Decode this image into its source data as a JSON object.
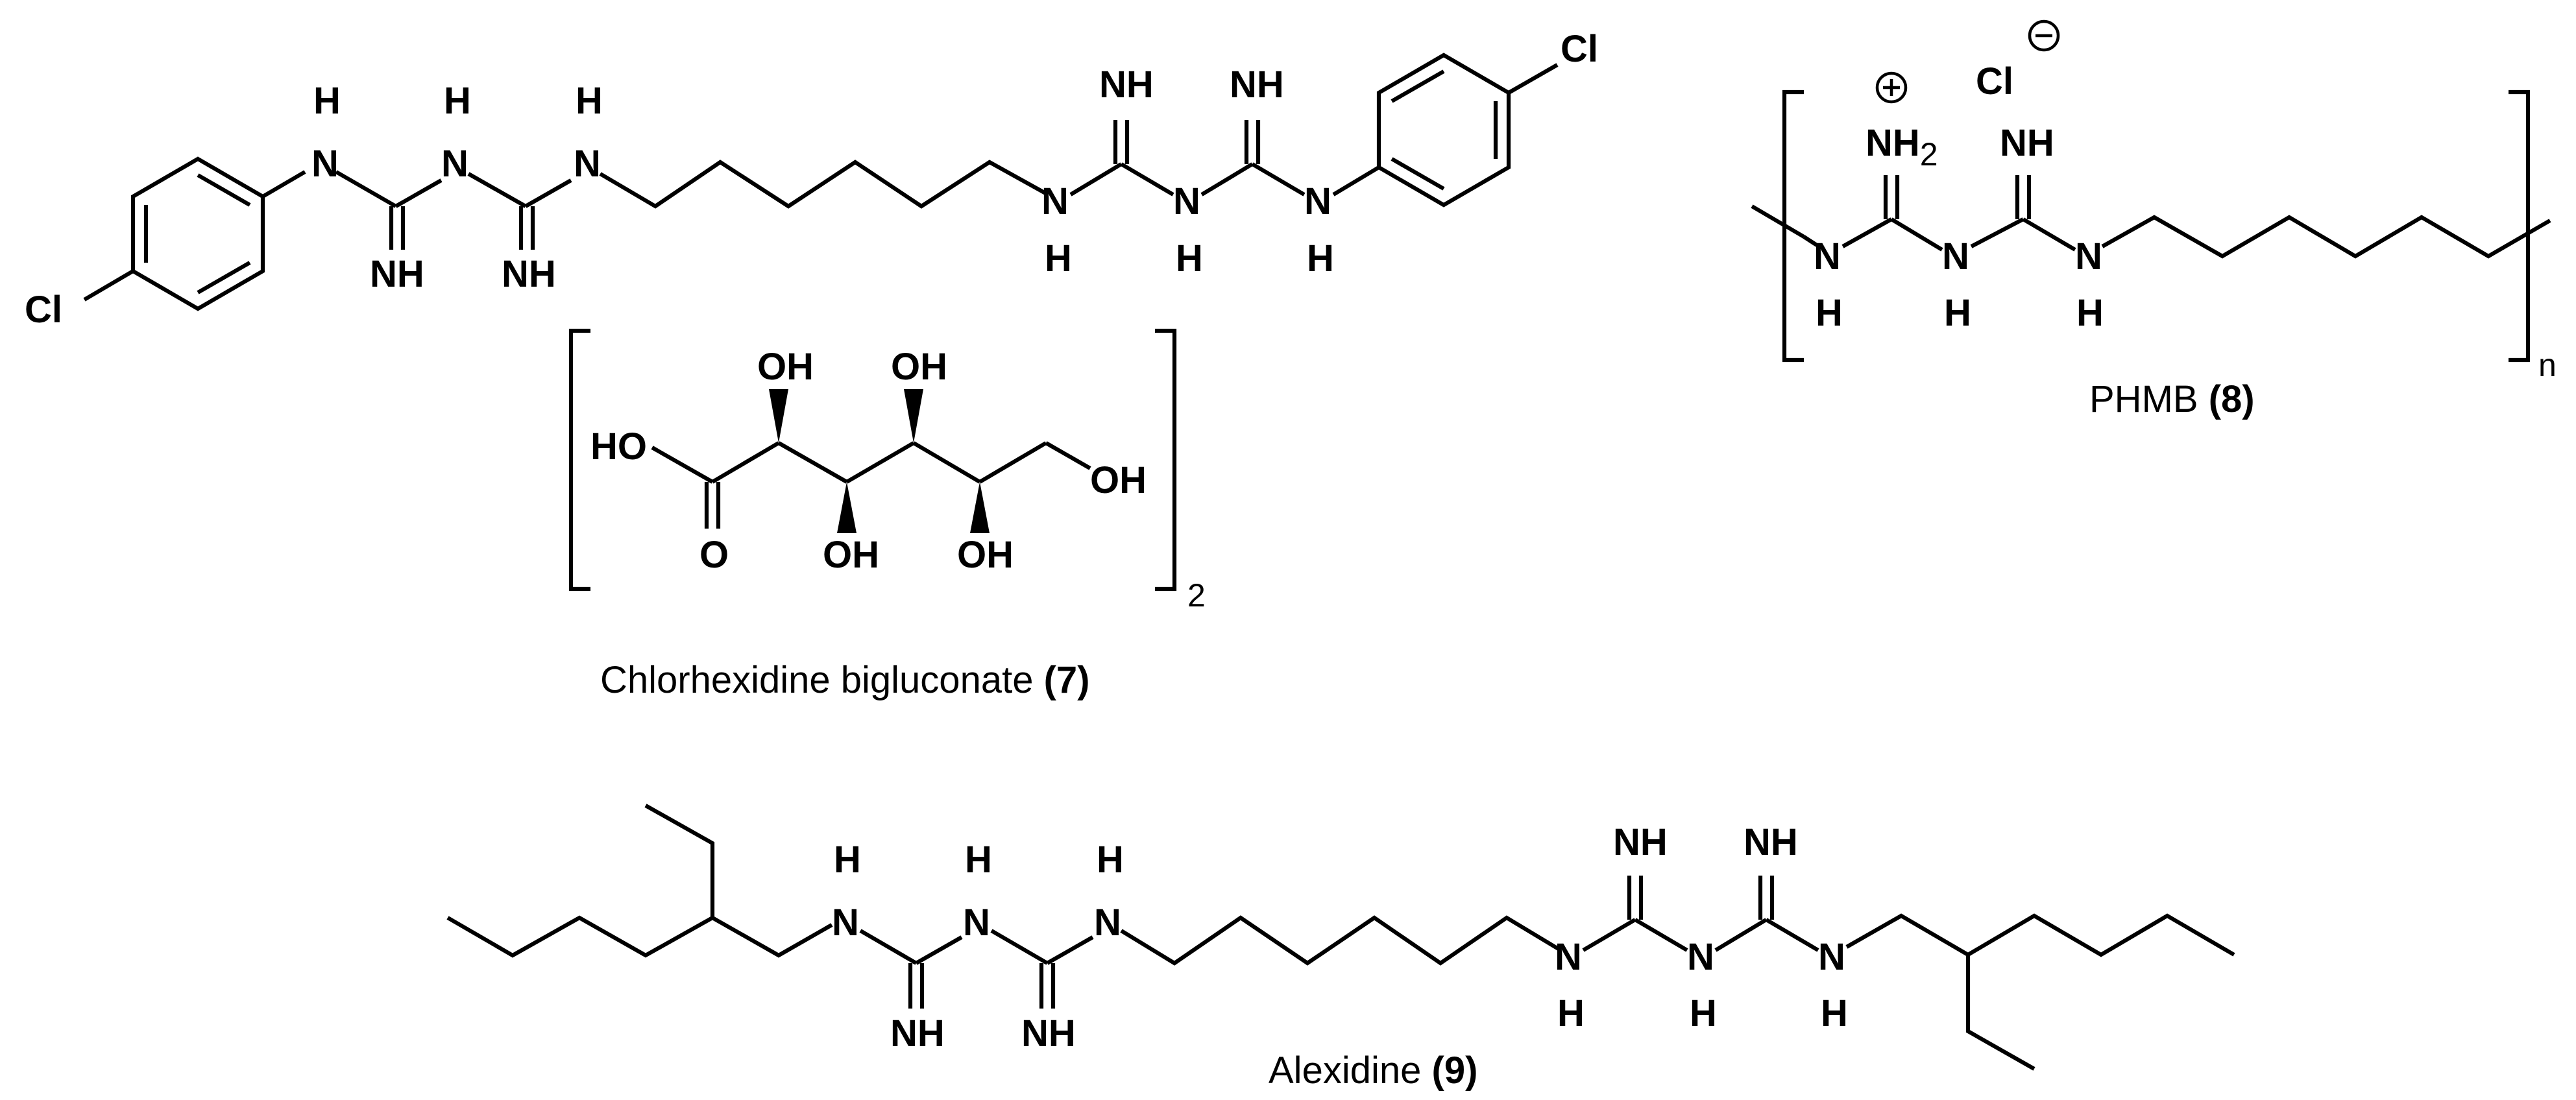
{
  "figure": {
    "compounds": [
      {
        "id": "chlorhexidine",
        "caption_name": "Chlorhexidine bigluconate",
        "caption_number": "(7)",
        "counterion_multiplier": "2"
      },
      {
        "id": "phmb",
        "caption_name": "PHMB",
        "caption_number": "(8)",
        "repeat_subscript": "n",
        "counterion": "Cl"
      },
      {
        "id": "alexidine",
        "caption_name": "Alexidine",
        "caption_number": "(9)"
      }
    ],
    "atom_labels": {
      "chlorine": "Cl",
      "nitrogen": "N",
      "hydrogen": "H",
      "imine": "NH",
      "hydroxyl_right": "OH",
      "hydroxyl_left": "HO",
      "oxygen": "O",
      "ammonium": "NH",
      "ammonium_subscript": "2"
    }
  }
}
